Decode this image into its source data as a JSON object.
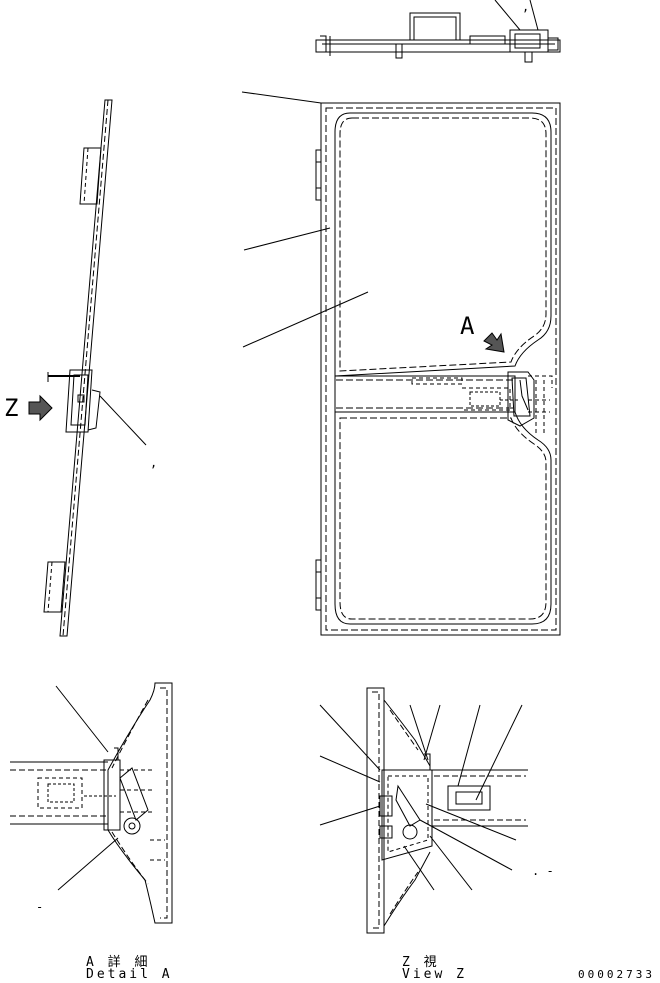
{
  "labels": {
    "arrow_a": "A",
    "arrow_z": "Z",
    "tick_marks": [
      ",",
      ",",
      "-",
      ". -"
    ]
  },
  "captions": {
    "detail_a_jp": "A 詳 細",
    "detail_a_en": "Detail A",
    "view_z_jp": "Z 視",
    "view_z_en": "View Z"
  },
  "drawing_number": "00002733"
}
